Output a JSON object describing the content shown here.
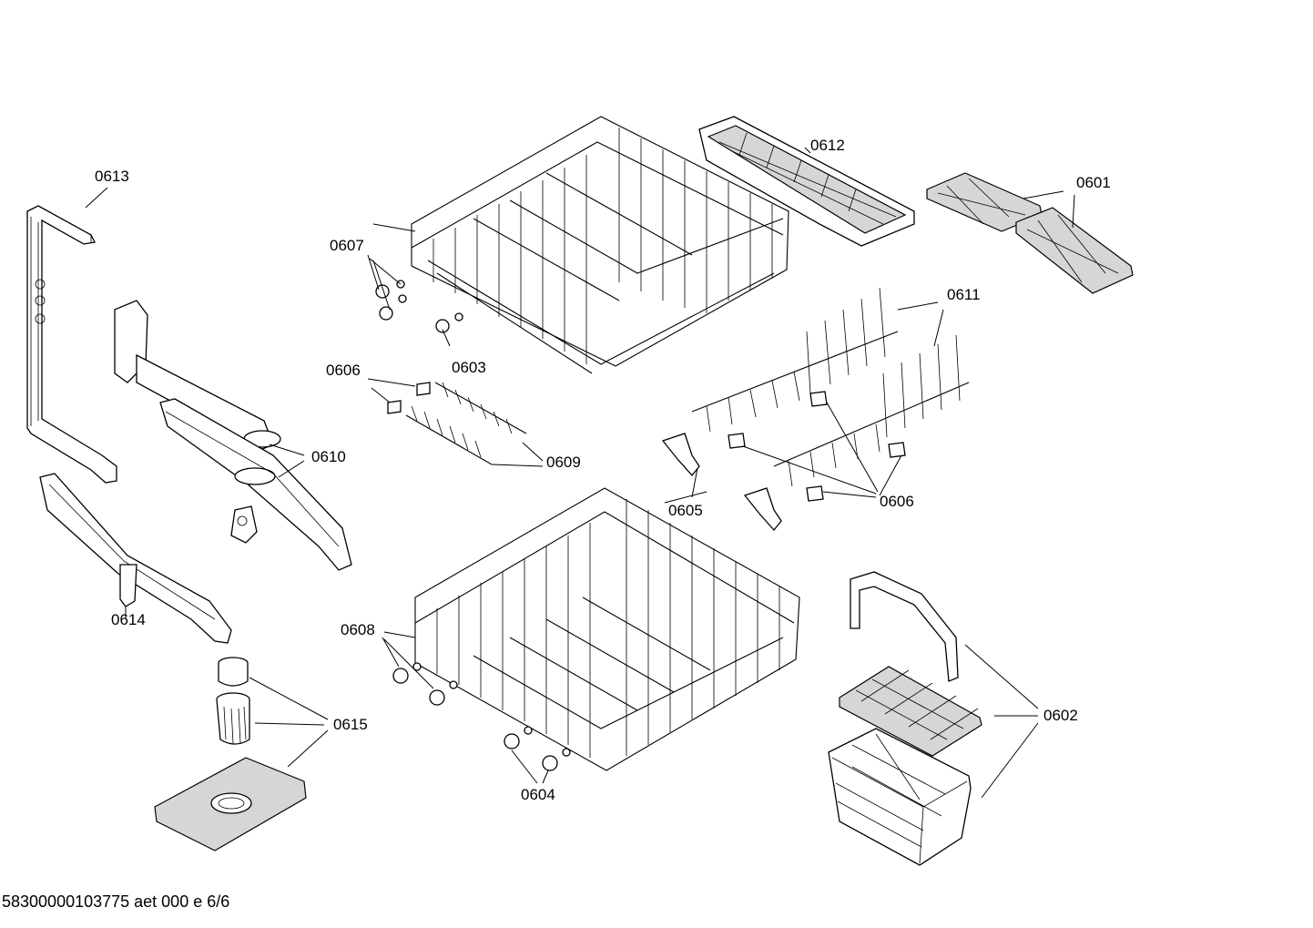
{
  "footer_text": "58300000103775 aet 000 e 6/6",
  "labels": {
    "p0601": "0601",
    "p0602": "0602",
    "p0603": "0603",
    "p0604": "0604",
    "p0605": "0605",
    "p0606a": "0606",
    "p0606b": "0606",
    "p0607": "0607",
    "p0608": "0608",
    "p0609": "0609",
    "p0610": "0610",
    "p0611": "0611",
    "p0612": "0612",
    "p0613": "0613",
    "p0614": "0614",
    "p0615": "0615"
  }
}
